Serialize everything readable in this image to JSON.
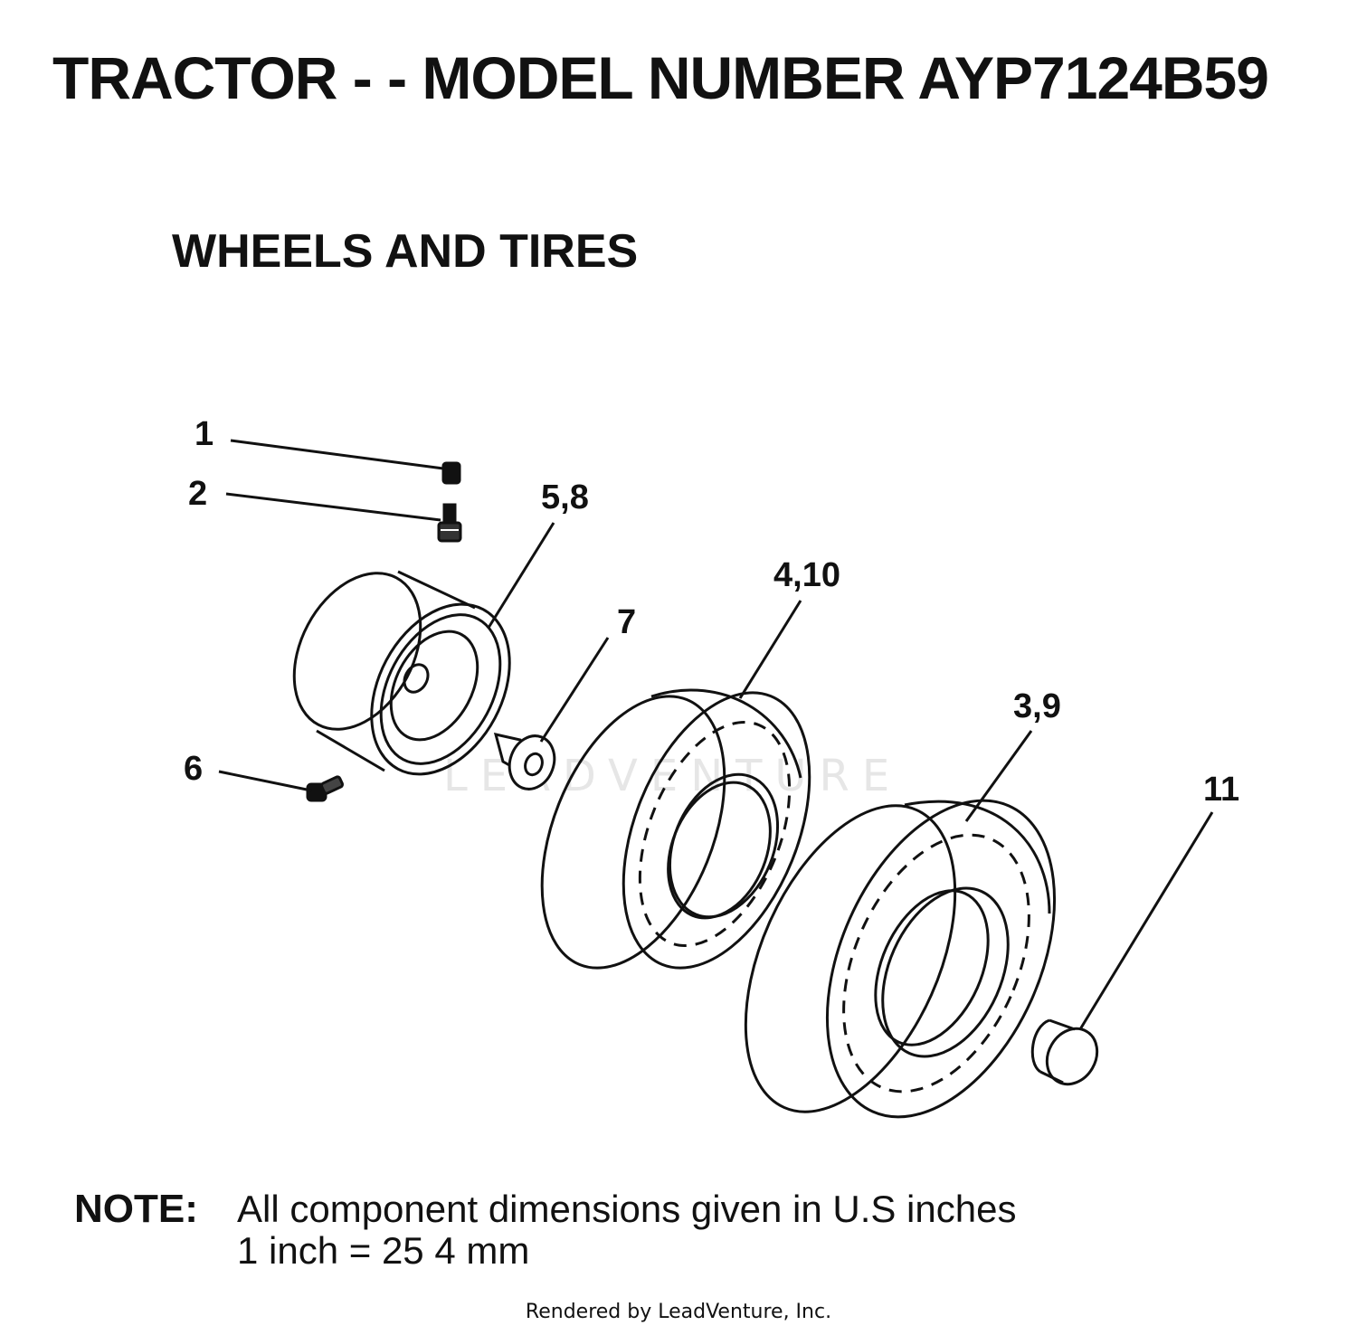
{
  "title": "TRACTOR - - MODEL NUMBER AYP7124B59",
  "section_title": "WHEELS AND TIRES",
  "callouts": {
    "c1": "1",
    "c2": "2",
    "c58": "5,8",
    "c410": "4,10",
    "c7": "7",
    "c39": "3,9",
    "c6": "6",
    "c11": "11"
  },
  "note": {
    "label": "NOTE:",
    "line1": "All component dimensions given in U.S  inches",
    "line2": "1 inch = 25 4 mm"
  },
  "watermark": "LEADVENTURE",
  "credit": "Rendered by LeadVenture, Inc.",
  "colors": {
    "ink": "#111111",
    "watermark": "#e6e6e6",
    "background": "#ffffff"
  }
}
